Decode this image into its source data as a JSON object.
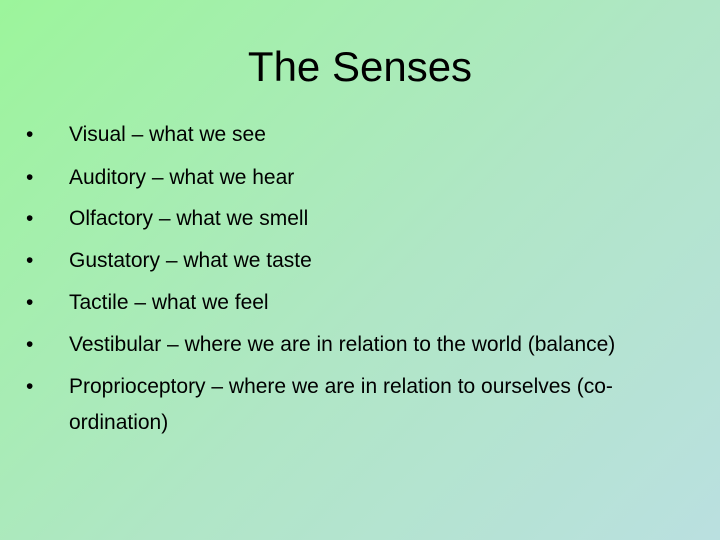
{
  "slide": {
    "title": "The Senses",
    "bullet_glyph": "•",
    "bullets": [
      "Visual – what we see",
      "Auditory – what we hear",
      "Olfactory – what we smell",
      "Gustatory – what we taste",
      "Tactile – what we feel",
      "Vestibular – where we are in relation to the world (balance)",
      "Proprioceptory – where we are in relation to ourselves (co-ordination)"
    ]
  },
  "colors": {
    "gradient_start": "#9cf59b",
    "gradient_end": "#bae0e0",
    "text": "#000000"
  }
}
